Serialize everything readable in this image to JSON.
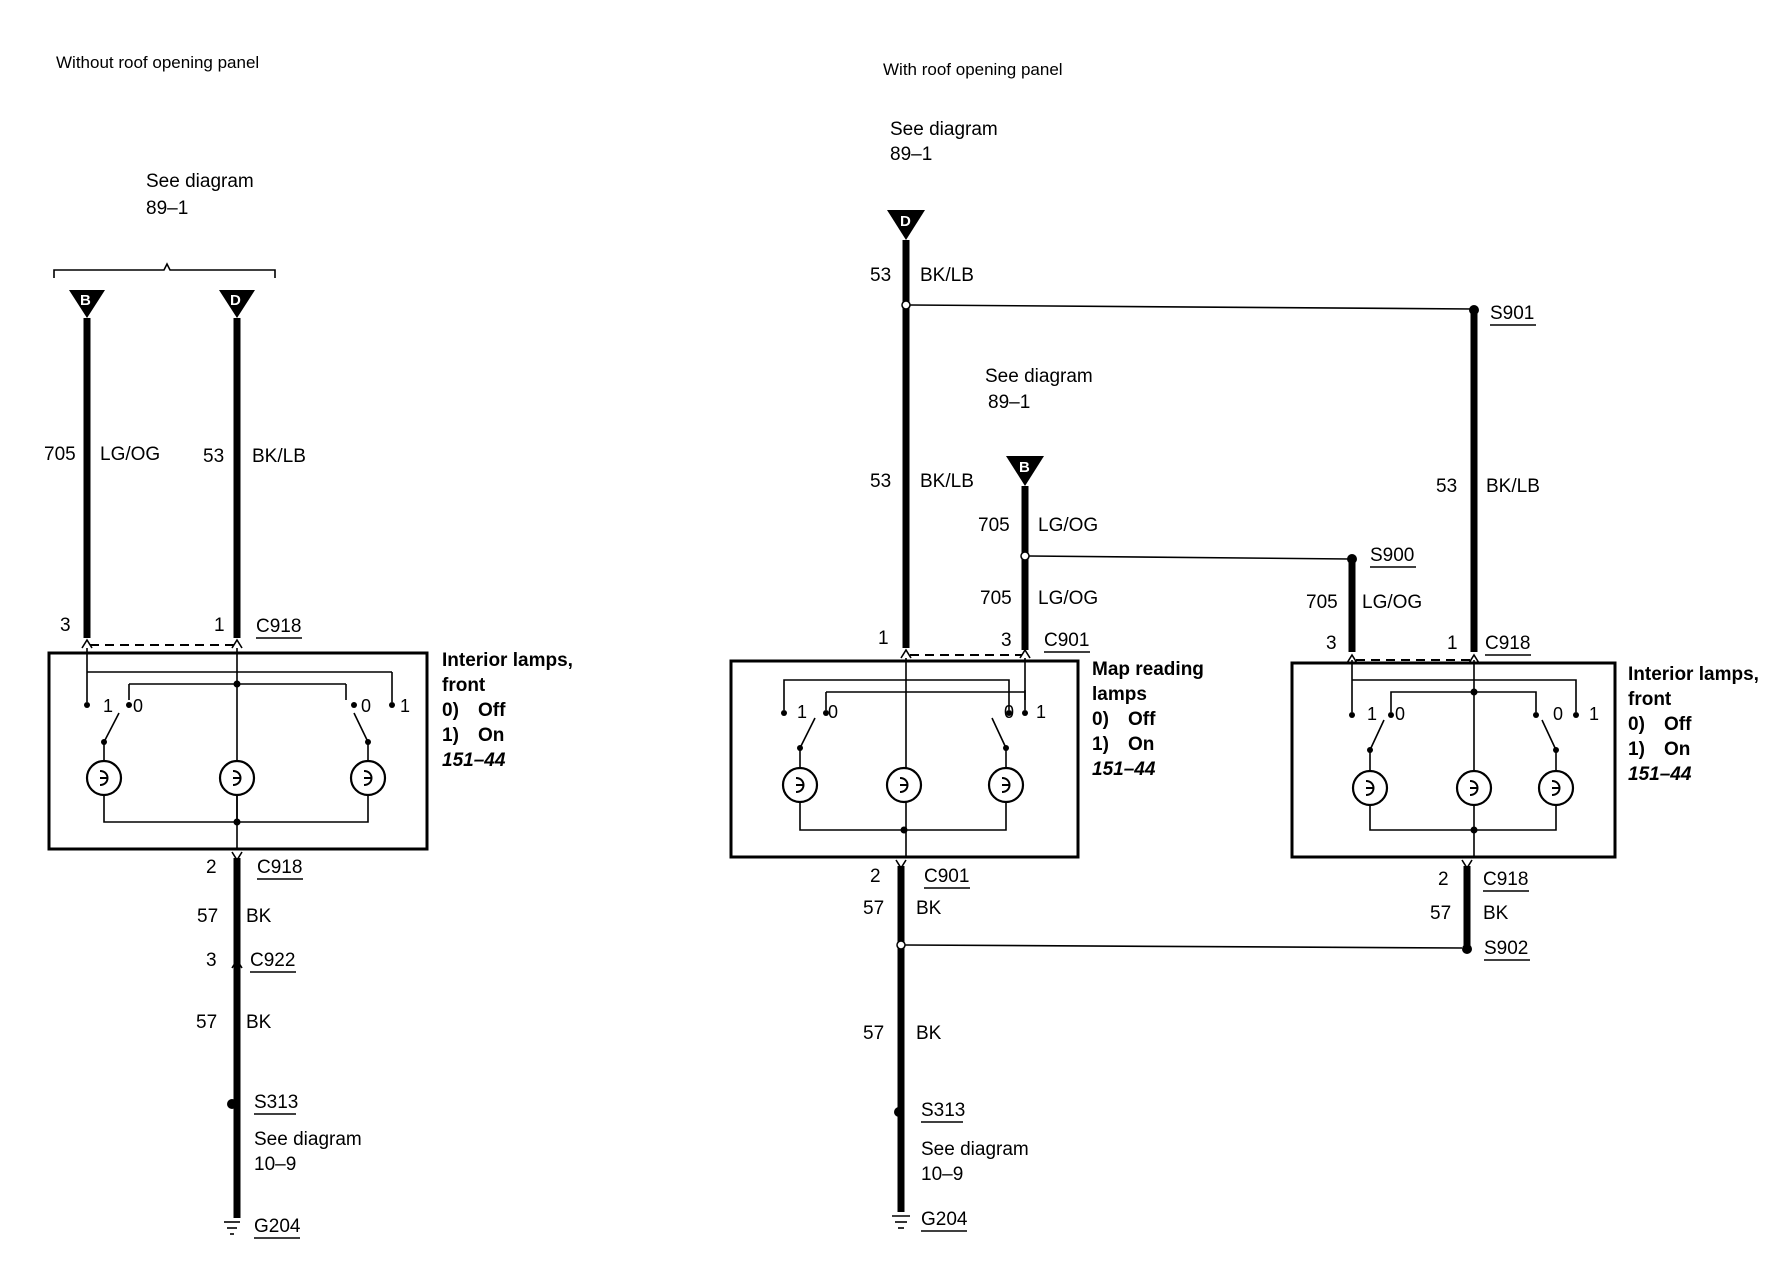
{
  "left_panel": {
    "heading": "Without roof opening panel",
    "see_top": {
      "line1": "See diagram",
      "line2": "89–1"
    },
    "connector_b": "B",
    "connector_d": "D",
    "wire_705": {
      "circuit": "705",
      "color": "LG/OG"
    },
    "wire_53": {
      "circuit": "53",
      "color": "BK/LB"
    },
    "pin3": "3",
    "pin1": "1",
    "c918_top": "C918",
    "lamp": {
      "title1": "Interior lamps,",
      "title2": "front",
      "off_num": "0)",
      "off": "Off",
      "on_num": "1)",
      "on": "On",
      "ref": "151–44"
    },
    "sw_left_1": "1",
    "sw_left_0": "0",
    "sw_right_0": "0",
    "sw_right_1": "1",
    "pin2": "2",
    "c918_bottom": "C918",
    "wire_57a": {
      "circuit": "57",
      "color": "BK"
    },
    "pin3b": "3",
    "c922": "C922",
    "wire_57b": {
      "circuit": "57",
      "color": "BK"
    },
    "s313": "S313",
    "see_bottom": {
      "line1": "See diagram",
      "line2": "10–9"
    },
    "g204": "G204"
  },
  "right_panel": {
    "heading": "With roof opening panel",
    "see_top": {
      "line1": "See diagram",
      "line2": "89–1"
    },
    "connector_d": "D",
    "wire_53_top": {
      "circuit": "53",
      "color": "BK/LB"
    },
    "s901": "S901",
    "see_mid": {
      "line1": "See diagram",
      "line2": "89–1"
    },
    "connector_b": "B",
    "wire_53_mid": {
      "circuit": "53",
      "color": "BK/LB"
    },
    "wire_705_top": {
      "circuit": "705",
      "color": "LG/OG"
    },
    "s900": "S900",
    "wire_53_right": {
      "circuit": "53",
      "color": "BK/LB"
    },
    "wire_705_mid": {
      "circuit": "705",
      "color": "LG/OG"
    },
    "wire_705_right": {
      "circuit": "705",
      "color": "LG/OG"
    },
    "c901_pin1": "1",
    "c901_pin3": "3",
    "c901_top": "C901",
    "c918_pin3": "3",
    "c918_pin1": "1",
    "c918_top": "C918",
    "map_lamp": {
      "title1": "Map reading",
      "title2": "lamps",
      "off_num": "0)",
      "off": "Off",
      "on_num": "1)",
      "on": "On",
      "ref": "151–44"
    },
    "int_lamp": {
      "title1": "Interior lamps,",
      "title2": "front",
      "off_num": "0)",
      "off": "Off",
      "on_num": "1)",
      "on": "On",
      "ref": "151–44"
    },
    "map_sw_l1": "1",
    "map_sw_l0": "0",
    "map_sw_r0": "0",
    "map_sw_r1": "1",
    "int_sw_l1": "1",
    "int_sw_l0": "0",
    "int_sw_r0": "0",
    "int_sw_r1": "1",
    "c901_pin2": "2",
    "c901_bottom": "C901",
    "c918_pin2": "2",
    "c918_bottom": "C918",
    "wire_57_left": {
      "circuit": "57",
      "color": "BK"
    },
    "wire_57_right": {
      "circuit": "57",
      "color": "BK"
    },
    "s902": "S902",
    "wire_57_bottom": {
      "circuit": "57",
      "color": "BK"
    },
    "s313": "S313",
    "see_bottom": {
      "line1": "See diagram",
      "line2": "10–9"
    },
    "g204": "G204"
  }
}
